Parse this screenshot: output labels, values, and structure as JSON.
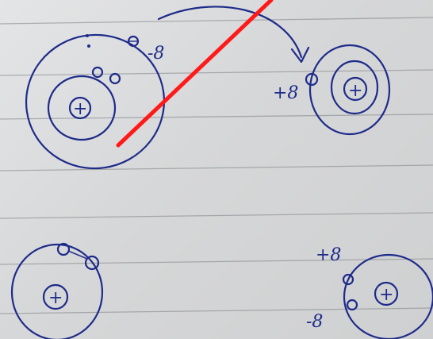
{
  "labels": {
    "top_left_charge": "-8",
    "top_right_charge": "+8",
    "bottom_right_charge_top": "+8",
    "bottom_right_charge_bottom": "-8",
    "nucleus_symbol": "+"
  },
  "colors": {
    "paper": "#d9dadb",
    "ink": "#1e2b8a",
    "rule_line": "#7d8085",
    "red_line": "#ff1a1a"
  }
}
